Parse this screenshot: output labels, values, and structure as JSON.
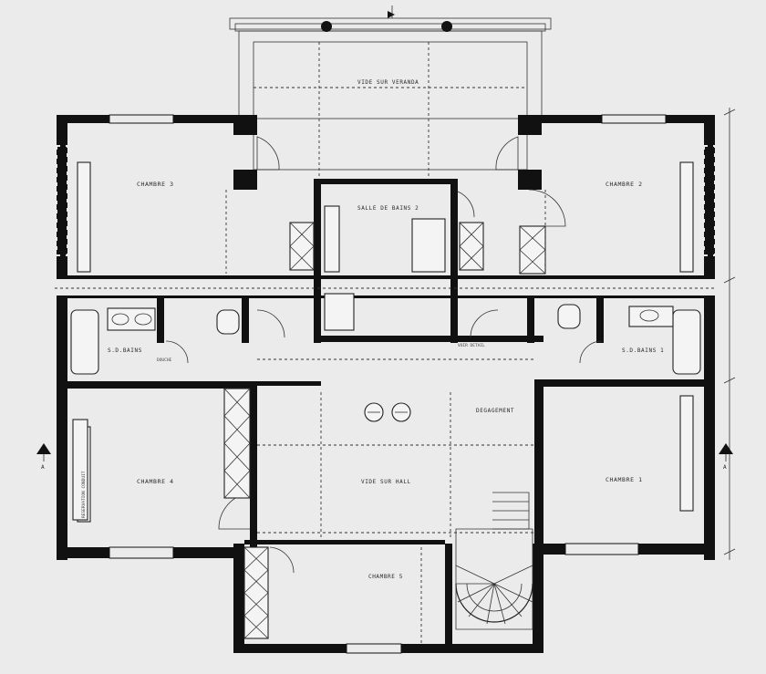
{
  "labels": {
    "veranda_void": "VIDE SUR VERANDA",
    "chambre_3": "CHAMBRE 3",
    "chambre_2": "CHAMBRE 2",
    "salle_de_bains_2": "SALLE DE BAINS 2",
    "sdb_left": "S.D.BAINS",
    "sdb_right": "S.D.BAINS 1",
    "degagement": "DEGAGEMENT",
    "chambre_4": "CHAMBRE 4",
    "chambre_1": "CHAMBRE 1",
    "vide_sur_hall": "VIDE SUR HALL",
    "chambre_5": "CHAMBRE 5",
    "reservation_conduit": "RESERVATION CONDUIT",
    "douche": "DOUCHE",
    "voir_detail": "VOIR DETAIL",
    "section_a": "A"
  },
  "colors": {
    "paper": "#ebebeb",
    "ink": "#111111"
  }
}
